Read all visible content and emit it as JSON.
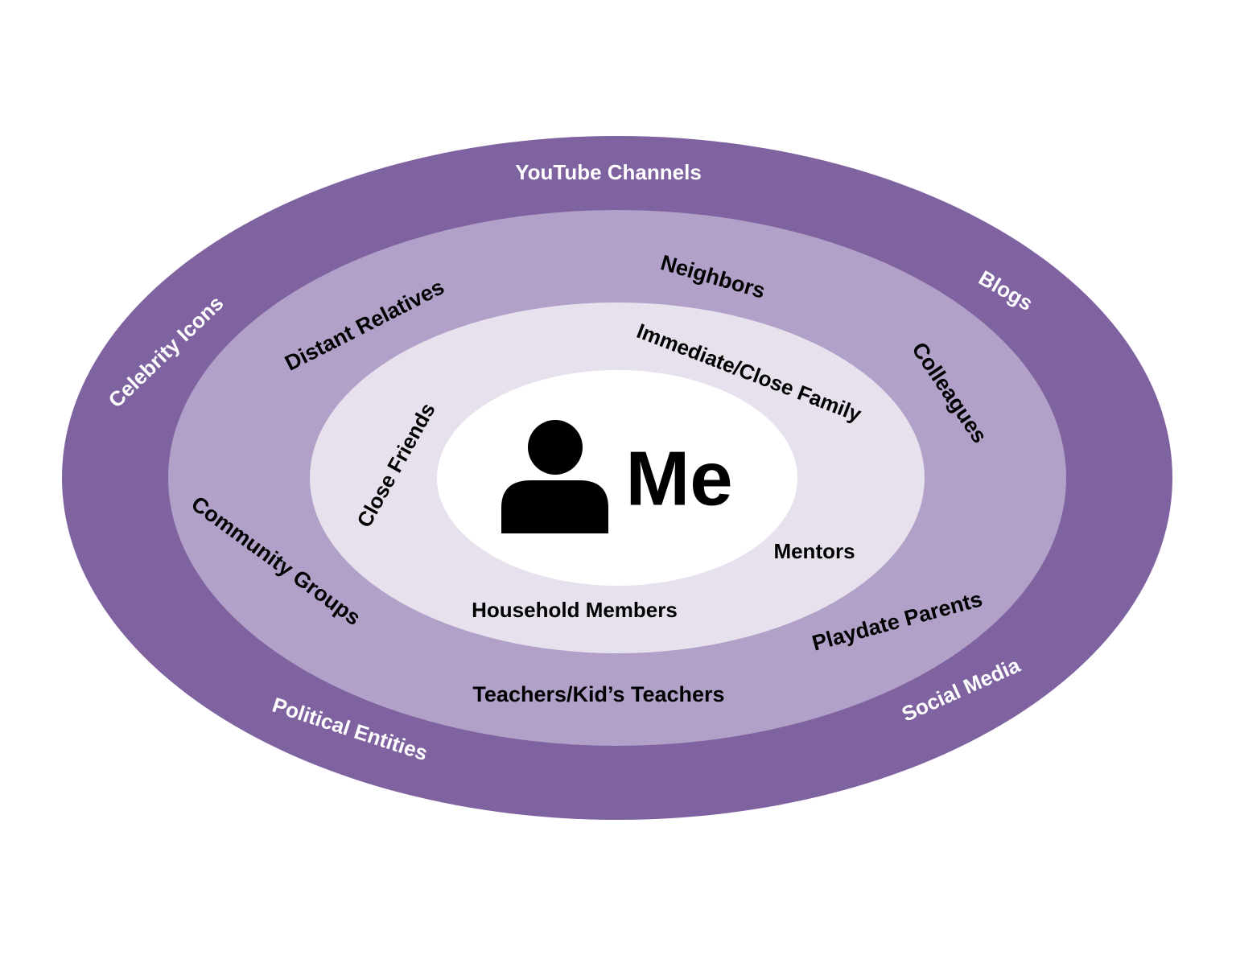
{
  "colors": {
    "outer_ring": "#7f62a0",
    "middle_ring": "#b1a1c8",
    "inner_ring": "#e7e1ee",
    "center": "#ffffff",
    "text_dark": "#000000",
    "text_light": "#ffffff"
  },
  "center": {
    "label": "Me",
    "icon": "person-icon"
  },
  "inner_ring": {
    "labels": {
      "close_friends": "Close Friends",
      "immediate_family": "Immediate/Close Family",
      "mentors": "Mentors",
      "household_members": "Household Members"
    }
  },
  "middle_ring": {
    "labels": {
      "distant_relatives": "Distant Relatives",
      "neighbors": "Neighbors",
      "colleagues": "Colleagues",
      "community_groups": "Community Groups",
      "playdate_parents": "Playdate Parents",
      "teachers": "Teachers/Kid’s Teachers"
    }
  },
  "outer_ring": {
    "labels": {
      "youtube_channels": "YouTube Channels",
      "celebrity_icons": "Celebrity Icons",
      "blogs": "Blogs",
      "political_entities": "Political Entities",
      "social_media": "Social Media"
    }
  }
}
